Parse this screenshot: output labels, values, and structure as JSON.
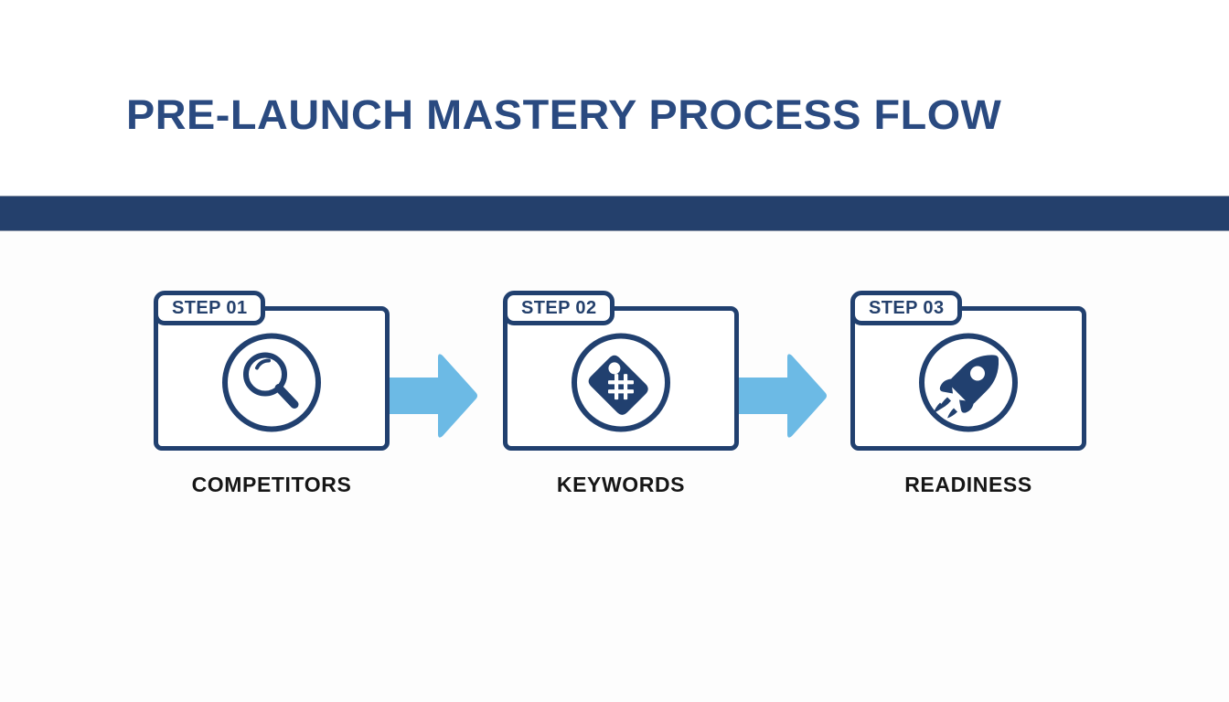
{
  "page": {
    "title": "PRE-LAUNCH MASTERY PROCESS FLOW",
    "background_color": "#fdfdfd",
    "accent_navy": "#24406c",
    "accent_light_blue": "#6cbae5",
    "title_color": "#2a4a80",
    "label_color": "#161616"
  },
  "divider": {
    "color": "#24406c"
  },
  "flow": {
    "steps": [
      {
        "tab_label": "STEP 01",
        "label": "COMPETITORS",
        "icon": "magnifying-glass-icon"
      },
      {
        "tab_label": "STEP 02",
        "label": "KEYWORDS",
        "icon": "price-tag-hash-icon"
      },
      {
        "tab_label": "STEP 03",
        "label": "READINESS",
        "icon": "rocket-icon"
      }
    ],
    "connectors": [
      {
        "name": "arrow-right-1"
      },
      {
        "name": "arrow-right-2"
      }
    ]
  }
}
